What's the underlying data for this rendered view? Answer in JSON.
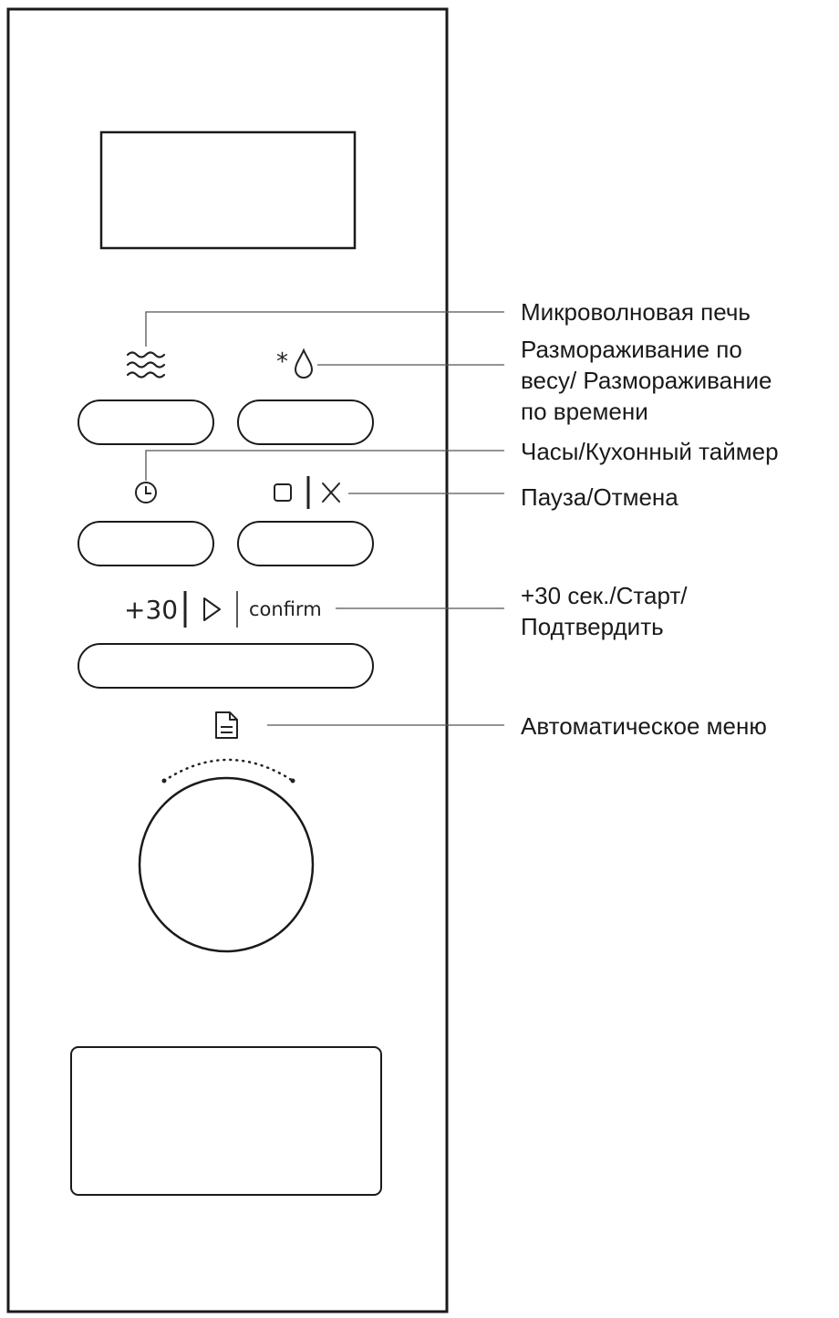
{
  "panel": {
    "plus30_label": "+30",
    "confirm_label": "confirm"
  },
  "callouts": {
    "microwave": "Микроволновая печь",
    "defrost": "Размораживание по\nвесу/ Размораживание\nпо времени",
    "clock_timer": "Часы/Кухонный таймер",
    "pause_cancel": "Пауза/Отмена",
    "start_confirm": "+30 сек./Старт/\nПодтвердить",
    "auto_menu": "Автоматическое меню"
  },
  "icons": [
    "microwave-waves-icon",
    "defrost-snowflake-drop-icon",
    "clock-icon",
    "stop-square-icon",
    "cancel-x-icon",
    "play-triangle-icon",
    "auto-menu-document-icon"
  ],
  "colors": {
    "line": "#1a1a1a",
    "leader": "#555555",
    "text": "#1a1a1a"
  }
}
